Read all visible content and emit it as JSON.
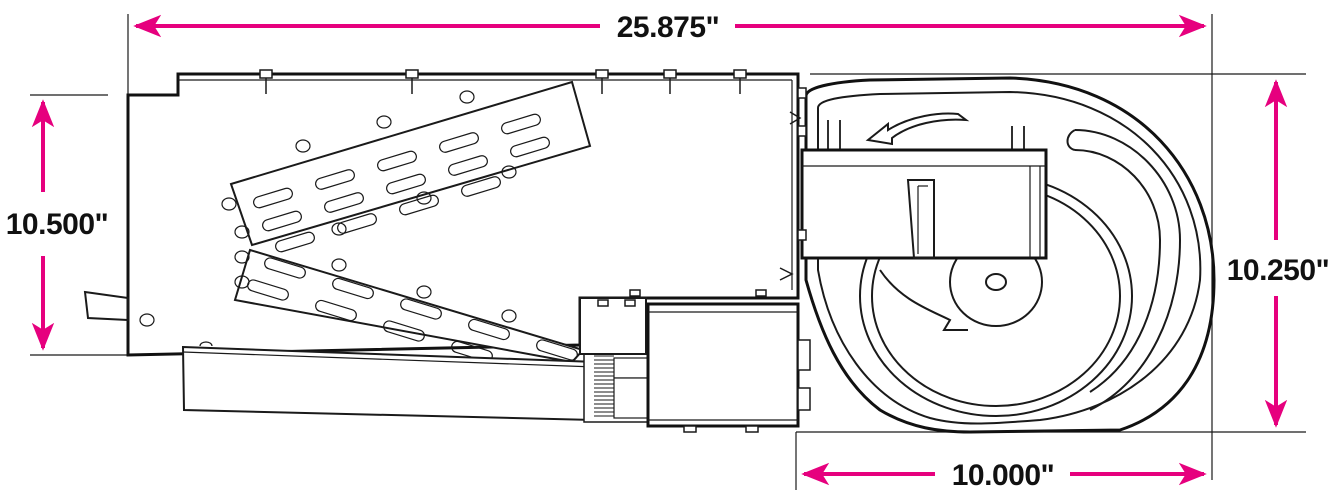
{
  "dimensions": {
    "overall_width": "25.875\"",
    "left_height": "10.500\"",
    "right_height": "10.250\"",
    "blower_width": "10.000\""
  },
  "colors": {
    "dimension_arrow": "#e6007e",
    "line_art": "#1a1a1a",
    "background": "#ffffff"
  }
}
